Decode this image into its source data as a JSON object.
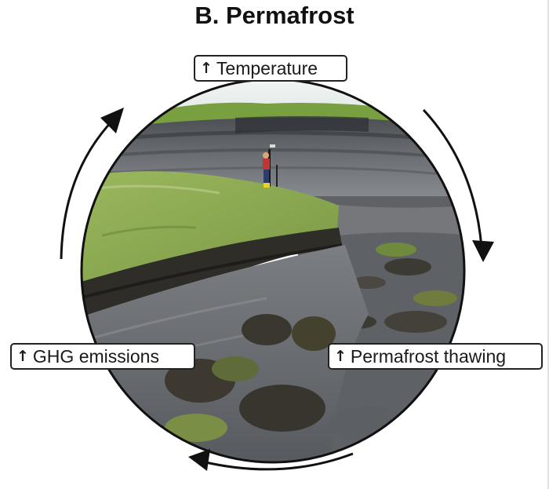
{
  "figure": {
    "title": "B. Permafrost"
  },
  "cycle": {
    "labels": [
      {
        "id": "temperature",
        "arrow": "↑",
        "text": "Temperature"
      },
      {
        "id": "thawing",
        "arrow": "↑",
        "text": "Permafrost thawing"
      },
      {
        "id": "ghg",
        "arrow": "↑",
        "text": "GHG emissions"
      }
    ],
    "direction": "clockwise"
  },
  "photo": {
    "subject": "permafrost-coastal-bluff-photo"
  },
  "colors": {
    "text": "#1a1a1a",
    "arrow": "#111111",
    "sky": "#e9efef",
    "grass": "#8aa850",
    "dark_soil": "#2f2d27",
    "grey_sediment": "#6d6f72"
  }
}
